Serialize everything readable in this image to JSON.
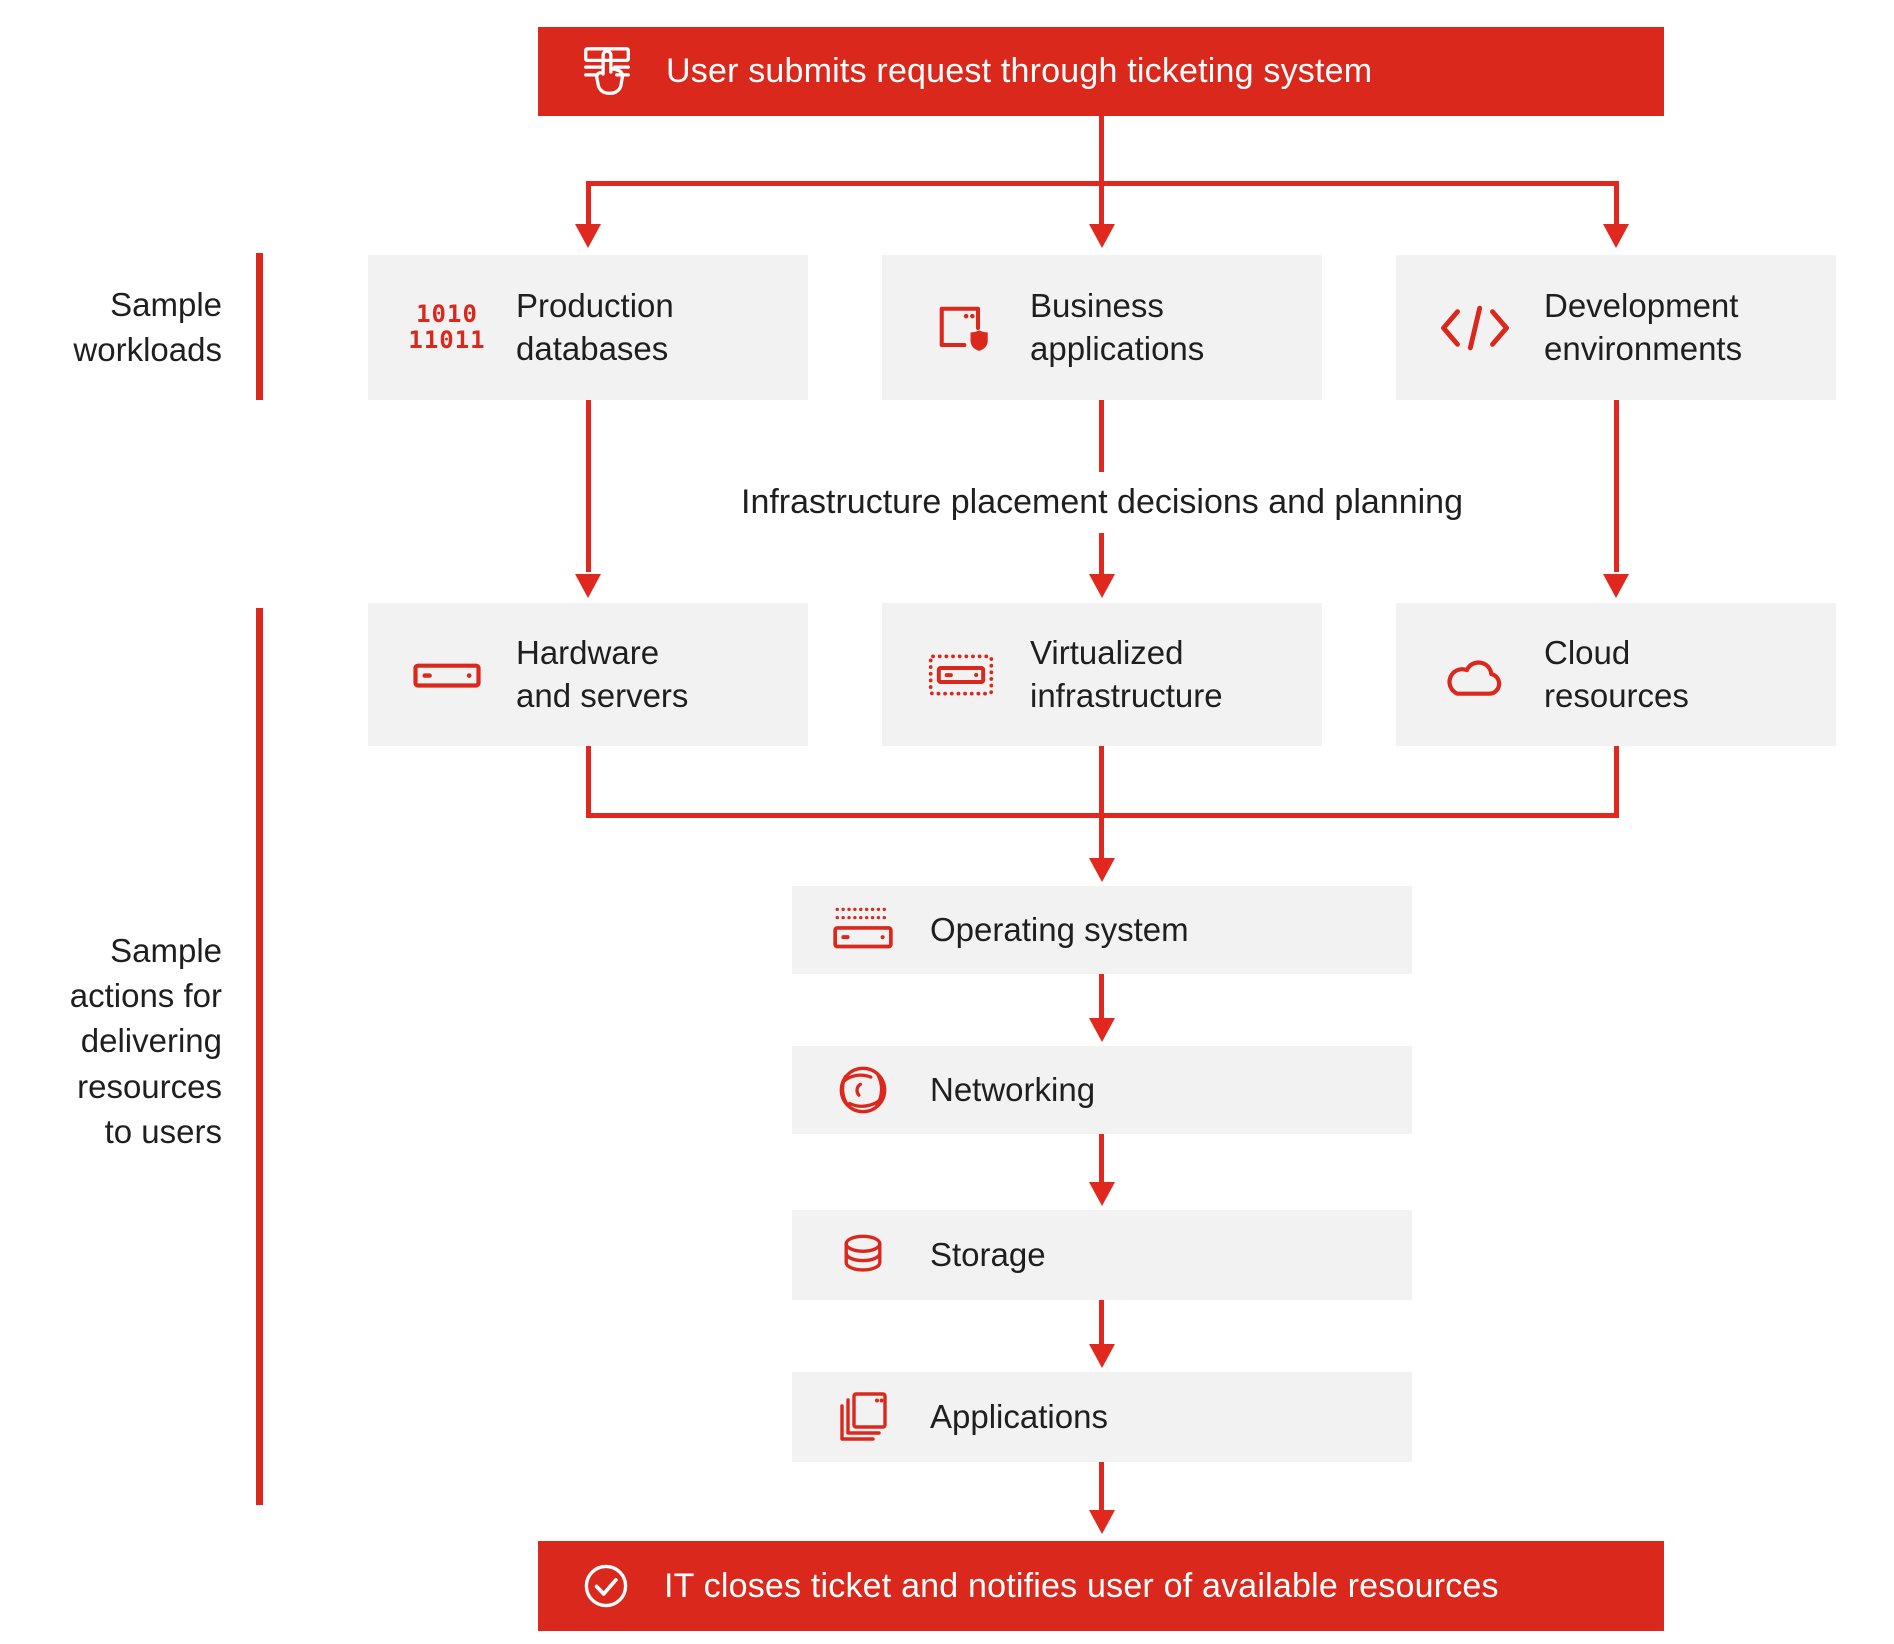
{
  "diagram": {
    "colors": {
      "banner_red": "#DA291C",
      "line_red": "#E0281E",
      "box_gray": "#F2F2F2",
      "text_dark": "#1F1F1F",
      "white": "#FFFFFF"
    },
    "top_banner": {
      "icon": "press-ticket-icon",
      "label": "User submits request through ticketing system"
    },
    "side_labels": {
      "workloads": "Sample\nworkloads",
      "actions": "Sample\nactions for\ndelivering\nresources\nto users"
    },
    "workloads": [
      {
        "icon": "binary-code-icon",
        "icon_text": "1010\n11011",
        "label": "Production\ndatabases"
      },
      {
        "icon": "application-shield-icon",
        "label": "Business\napplications"
      },
      {
        "icon": "code-brackets-icon",
        "label": "Development\nenvironments"
      }
    ],
    "placement_caption": "Infrastructure placement decisions and planning",
    "infrastructure": [
      {
        "icon": "server-icon",
        "label": "Hardware\nand servers"
      },
      {
        "icon": "virtual-server-icon",
        "label": "Virtualized\ninfrastructure"
      },
      {
        "icon": "cloud-icon",
        "label": "Cloud\nresources"
      }
    ],
    "delivery_steps": [
      {
        "icon": "os-server-icon",
        "label": "Operating system"
      },
      {
        "icon": "globe-icon",
        "label": "Networking"
      },
      {
        "icon": "database-icon",
        "label": "Storage"
      },
      {
        "icon": "stacked-windows-icon",
        "label": "Applications"
      }
    ],
    "bottom_banner": {
      "icon": "check-circle-icon",
      "label": "IT closes ticket and notifies user of available resources"
    }
  }
}
